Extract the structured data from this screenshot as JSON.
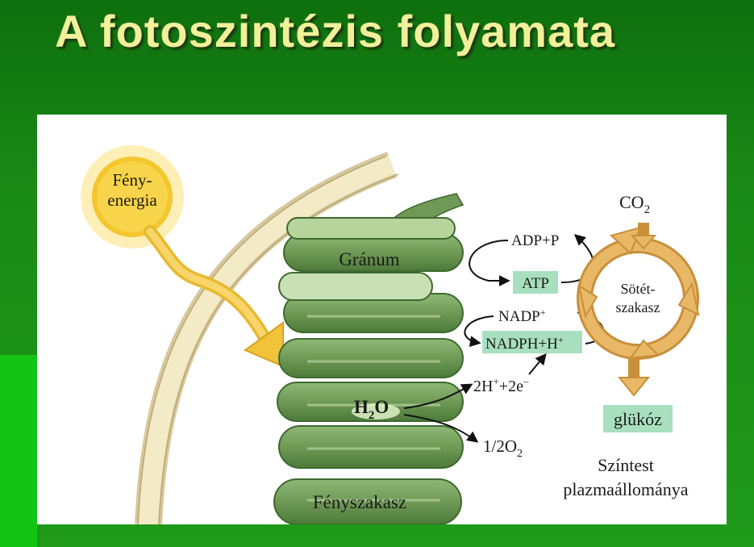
{
  "title": "A fotoszintézis folyamata",
  "diagram": {
    "light_label_1": "Fény-",
    "light_label_2": "energia",
    "granum": "Gránum",
    "water": "H",
    "water_sub": "2",
    "water_end": "O",
    "proton_electron": "2H",
    "proton_electron_sup1": "+",
    "proton_electron_mid": "+2e",
    "proton_electron_sup2": "–",
    "oxygen": "1/2O",
    "oxygen_sub": "2",
    "adp": "ADP+P",
    "atp": "ATP",
    "nadp": "NADP",
    "nadp_sup": "+",
    "nadph": "NADPH+H",
    "nadph_sup": "+",
    "co2": "CO",
    "co2_sub": "2",
    "dark_phase_1": "Sötét-",
    "dark_phase_2": "szakasz",
    "glucose": "glükóz",
    "light_phase": "Fényszakasz",
    "stroma_1": "Színtest",
    "stroma_2": "plazmaállománya"
  },
  "colors": {
    "title": "#f2f09a",
    "thylakoid": "#6f9a55",
    "highlight": "#a8e0bf",
    "cycle": "#d9a653",
    "sun": "#f4c62e"
  }
}
